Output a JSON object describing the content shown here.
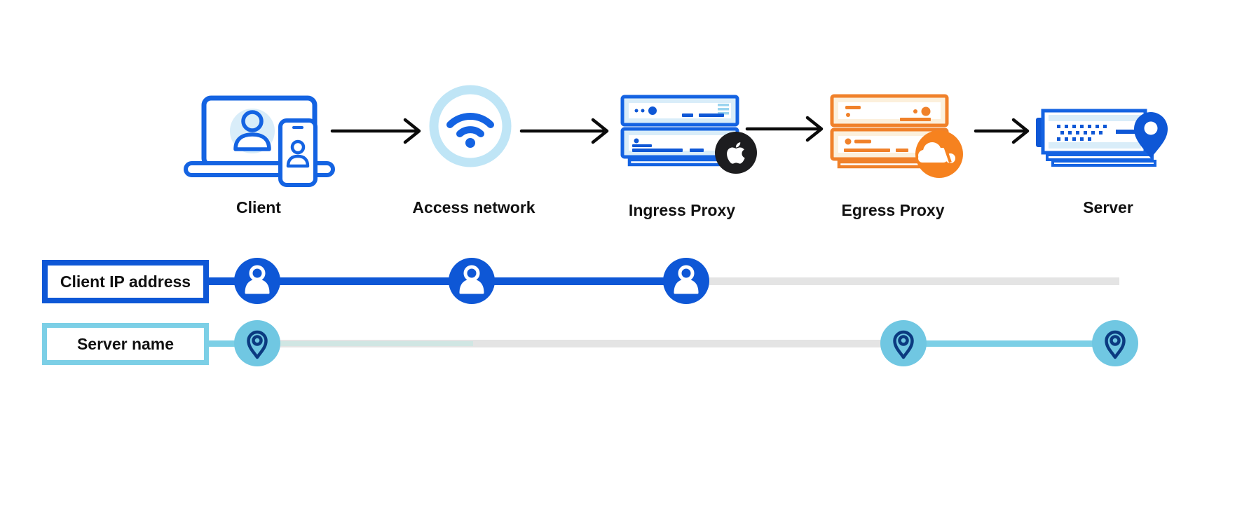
{
  "diagram": {
    "flow_steps": [
      {
        "label": "Client",
        "icon": "laptop-and-phone"
      },
      {
        "label": "Access network",
        "icon": "wifi"
      },
      {
        "label": "Ingress Proxy",
        "icon": "server-stack-blue",
        "badge": "apple-logo"
      },
      {
        "label": "Egress Proxy",
        "icon": "server-stack-orange",
        "badge": "cloudflare-logo"
      },
      {
        "label": "Server",
        "icon": "server-with-location-pin"
      }
    ],
    "tracks": [
      {
        "label": "Client IP address",
        "node_icon": "person",
        "line_color": "#0E57D6",
        "visible_at_steps": [
          "Client",
          "Access network",
          "Ingress Proxy"
        ],
        "hidden_at_steps": [
          "Egress Proxy",
          "Server"
        ]
      },
      {
        "label": "Server name",
        "node_icon": "location-pin",
        "line_color": "#7CCFE6",
        "visible_at_steps": [
          "Client",
          "Egress Proxy",
          "Server"
        ],
        "hidden_at_steps": [
          "Access network",
          "Ingress Proxy"
        ]
      }
    ],
    "colors": {
      "primary_blue": "#0E57D6",
      "icon_stroke_blue": "#1463E2",
      "light_blue_fill": "#D9EDF9",
      "ring_light_blue": "#BFE5F6",
      "track_light_blue": "#7CCFE6",
      "node_light_blue": "#70C7E2",
      "pin_navy": "#0B3A80",
      "orange_stroke": "#F0812A",
      "badge_orange": "#F6821F",
      "cream_fill": "#FCF0DC",
      "hidden_gray": "#E4E4E4",
      "apple_black": "#1D1D1F",
      "arrow_black": "#0B0B0B"
    }
  }
}
